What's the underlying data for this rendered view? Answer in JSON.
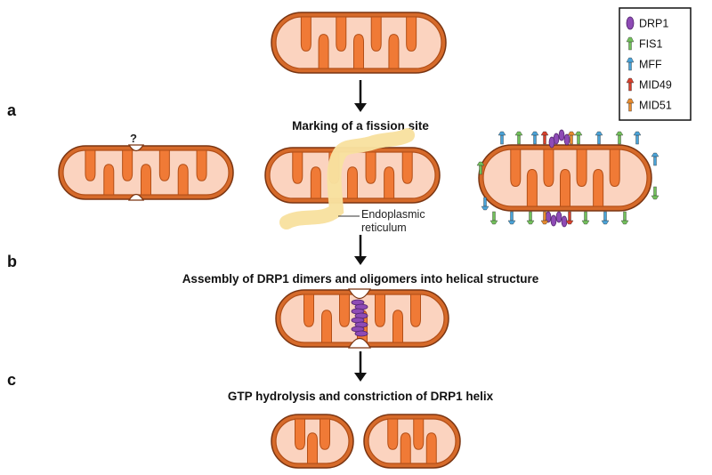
{
  "panels": {
    "a": "a",
    "b": "b",
    "c": "c"
  },
  "steps": {
    "a_title": "Marking of a fission site",
    "b_title": "Assembly of DRP1 dimers and oligomers into helical structure",
    "c_title": "GTP hydrolysis and constriction of DRP1 helix"
  },
  "labels": {
    "question": "?",
    "er_line1": "Endoplasmic",
    "er_line2": "reticulum"
  },
  "legend": [
    {
      "name": "DRP1",
      "color": "#8e4bb5",
      "icon": "drp1-oval-icon"
    },
    {
      "name": "FIS1",
      "color": "#72c05b",
      "icon": "fis1-receptor-icon"
    },
    {
      "name": "MFF",
      "color": "#4aa3d8",
      "icon": "mff-receptor-icon"
    },
    {
      "name": "MID49",
      "color": "#d8402b",
      "icon": "mid49-receptor-icon"
    },
    {
      "name": "MID51",
      "color": "#e88b2e",
      "icon": "mid51-receptor-icon"
    }
  ],
  "colors": {
    "outer_membrane": "#d66a2a",
    "matrix": "#fbd3bf",
    "cristae": "#f07a36",
    "er": "#fbe6ad"
  }
}
